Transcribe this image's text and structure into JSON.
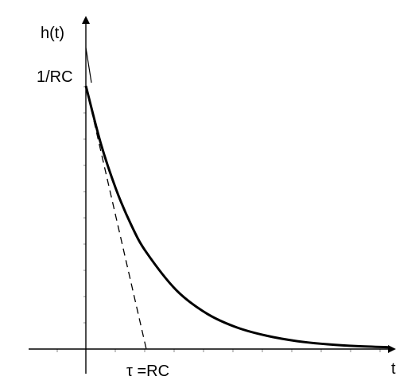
{
  "chart_data": {
    "type": "line",
    "title": "",
    "xlabel": "t",
    "ylabel": "h(t)",
    "y_reference_label": "1/RC",
    "x_reference_label": "τ =RC",
    "x_domain": [
      0,
      5
    ],
    "y_domain": [
      0,
      1.2
    ],
    "grid": false,
    "legend": "none",
    "series": [
      {
        "type": "line",
        "style": "solid",
        "x": [
          0,
          0.25,
          0.5,
          0.75,
          1.0,
          1.5,
          2.0,
          2.5,
          3.0,
          3.5,
          4.0,
          4.5,
          5.0
        ],
        "y": [
          1.0,
          0.779,
          0.607,
          0.472,
          0.368,
          0.223,
          0.135,
          0.082,
          0.05,
          0.03,
          0.018,
          0.011,
          0.007
        ]
      },
      {
        "type": "line",
        "style": "dashed",
        "x": [
          0,
          1.0
        ],
        "y": [
          1.0,
          0
        ]
      }
    ]
  },
  "colors": {
    "curve": "#000000",
    "axis": "#000000",
    "tangent": "#000000"
  }
}
